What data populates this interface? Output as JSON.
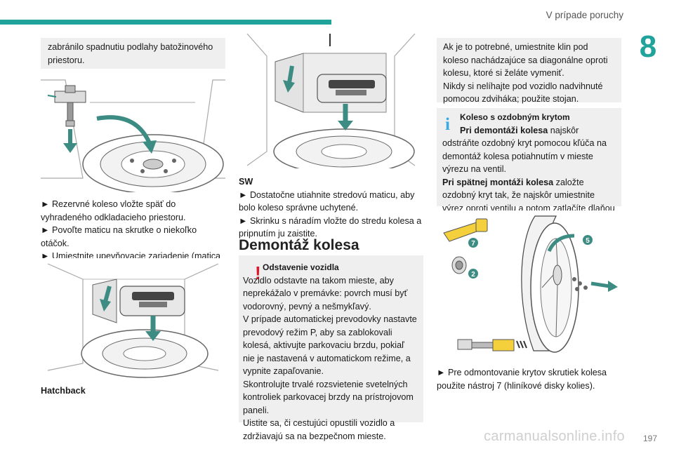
{
  "header": {
    "title": "V prípade poruchy",
    "chapter": "8",
    "page": "197"
  },
  "watermark": "carmanualsonline.info",
  "col1": {
    "panel_text": "zabránilo spadnutiu podlahy batožinového priestoru.",
    "steps": [
      "► Rezervné koleso vložte späť do vyhradeného odkladacieho priestoru.",
      "► Povoľte maticu na skrutke o niekoľko otáčok.",
      "► Umiestnite upevňovacie zariadenie (matica a skrutka) do stredu kolesa."
    ],
    "caption": "Hatchback"
  },
  "col2": {
    "sw_label": "SW",
    "sw_steps": [
      "► Dostatočne utiahnite stredovú maticu, aby bolo koleso správne uchytené.",
      "► Skrinku s náradím vložte do stredu kolesa a pripnutím ju zaistite."
    ],
    "section_title": "Demontáž kolesa",
    "warning": {
      "title": "Odstavenie vozidla",
      "lines": [
        "Vozidlo odstavte na takom mieste, aby neprekážalo v premávke: povrch musí byť vodorovný, pevný a nešmykľavý.",
        "V prípade automatickej prevodovky nastavte prevodový režim P, aby sa zablokovali kolesá, aktivujte parkovaciu brzdu, pokiaľ nie je nastavená v automatickom režime, a vypnite zapaľovanie.",
        "Skontrolujte trvalé rozsvietenie svetelných kontroliek parkovacej brzdy na prístrojovom paneli.",
        "Uistite sa, či cestujúci opustili vozidlo a zdržiavajú sa na bezpečnom mieste."
      ]
    }
  },
  "col3": {
    "panel_text": "Ak je to potrebné, umiestnite klin pod koleso nachádzajúce sa diagonálne oproti kolesu, ktoré si želáte vymeniť.",
    "panel_text2": "Nikdy si nelíhajte pod vozidlo nadvihnuté pomocou zdviháka; použite stojan.",
    "info": {
      "title": "Koleso s ozdobným krytom",
      "p1_bold": "Pri demontáži kolesa",
      "p1_rest": " najskôr odstráňte ozdobný kryt pomocou kľúča na demontáž kolesa potiahnutím v mieste výrezu na ventil.",
      "p2_bold": "Pri spätnej montáži kolesa",
      "p2_rest": " založte ozdobný kryt tak, že najskôr umiestnite výrez oproti ventilu a potom zatlačíte dlaňou ruky po celom jeho obvode."
    },
    "callouts": {
      "a": "7",
      "b": "2",
      "c": "5"
    },
    "step": "► Pre odmontovanie krytov skrutiek kolesa použite nástroj 7 (hliníkové disky kolies)."
  },
  "colors": {
    "accent": "#1fa39a",
    "warning": "#e0142b",
    "info": "#3aa9e0",
    "arrow": "#3c8c84"
  }
}
